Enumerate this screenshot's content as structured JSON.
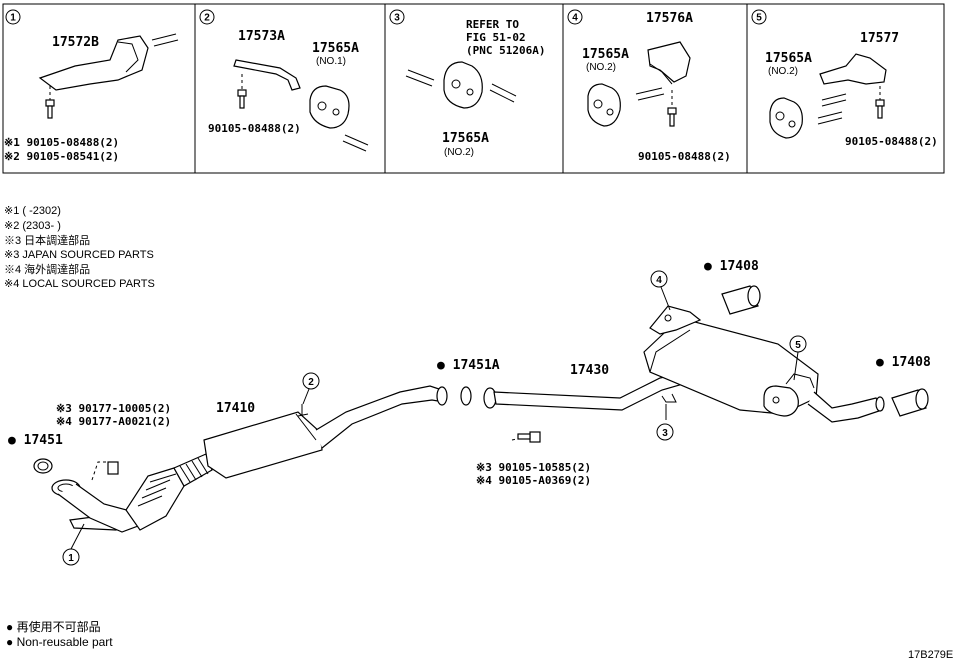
{
  "panels": [
    {
      "num": "1",
      "part": "17572B",
      "callout_a": "※1 90105-08488(2)",
      "callout_b": "※2 90105-08541(2)"
    },
    {
      "num": "2",
      "part_a": "17573A",
      "part_b": "17565A",
      "part_b_sub": "(NO.1)",
      "callout": "90105-08488(2)"
    },
    {
      "num": "3",
      "refer_1": "REFER TO",
      "refer_2": "FIG 51-02",
      "refer_3": "(PNC 51206A)",
      "part": "17565A",
      "part_sub": "(NO.2)"
    },
    {
      "num": "4",
      "part_a": "17576A",
      "part_b": "17565A",
      "part_b_sub": "(NO.2)",
      "callout": "90105-08488(2)"
    },
    {
      "num": "5",
      "part_a": "17565A",
      "part_a_sub": "(NO.2)",
      "part_b": "17577",
      "callout": "90105-08488(2)"
    }
  ],
  "notes": [
    "※1 (        -2302)",
    "※2 (2303-        )",
    "※3 日本調達部品",
    "※3 JAPAN SOURCED PARTS",
    "※4 海外調達部品",
    "※4 LOCAL SOURCED PARTS"
  ],
  "main": {
    "p17410": "17410",
    "p17430": "17430",
    "p17451": "● 17451",
    "p17451A": "● 17451A",
    "p17408a": "● 17408",
    "p17408b": "● 17408",
    "nut_a": "※3 90177-10005(2)",
    "nut_b": "※4 90177-A0021(2)",
    "bolt_a": "※3 90105-10585(2)",
    "bolt_b": "※4 90105-A0369(2)",
    "c1": "1",
    "c2": "2",
    "c3": "3",
    "c4": "4",
    "c5": "5"
  },
  "legend": {
    "line_jp": "● 再使用不可部品",
    "line_en": "● Non-reusable part"
  },
  "figure_code": "17B279E"
}
